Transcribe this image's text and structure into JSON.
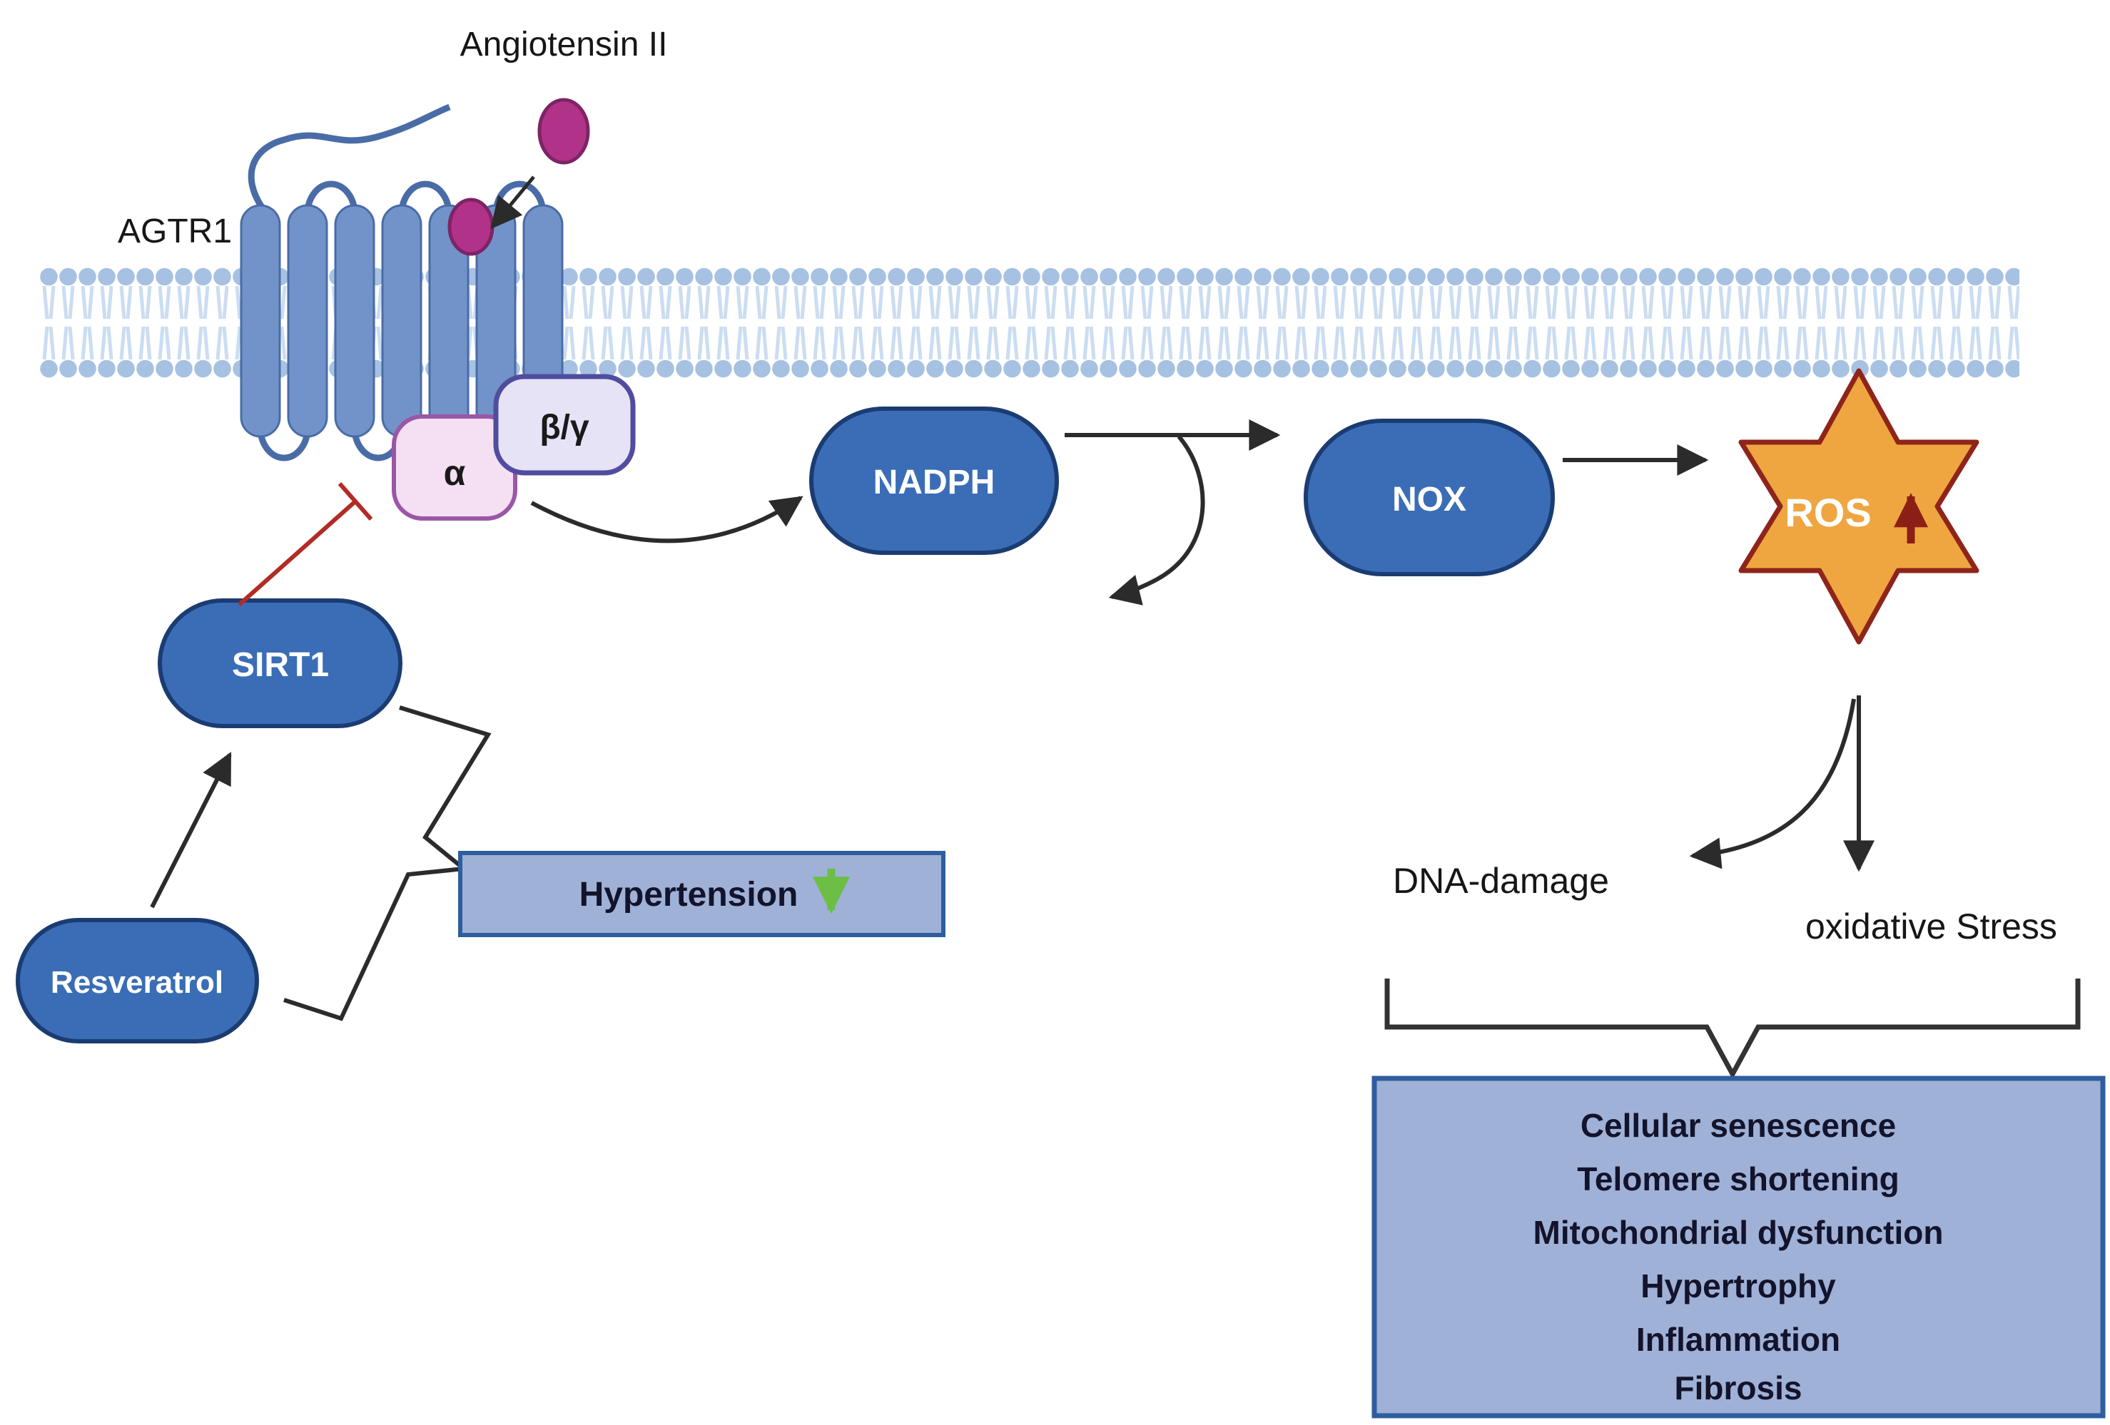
{
  "title": "Resveratrol / SIRT1 inhibition of Angiotensin II - NADPH oxidase ROS pathway diagram",
  "labels": {
    "angiotensin": "Angiotensin II",
    "receptor": "AGTR1",
    "alpha_subunit": "α",
    "beta_gamma_subunit": "β/γ",
    "nadph": "NADPH",
    "nox": "NOX",
    "ros": "ROS",
    "sirt1": "SIRT1",
    "resveratrol": "Resveratrol",
    "hypertension": "Hypertension",
    "dna_damage": "DNA-damage",
    "oxidative_stress": "oxidative Stress"
  },
  "outcomes": [
    "Cellular senescence",
    "Telomere shortening",
    "Mitochondrial dysfunction",
    "Hypertrophy",
    "Inflammation",
    "Fibrosis"
  ],
  "icons": {
    "ros_increase_arrow": "up-arrow",
    "hypertension_decrease_arrow": "down-arrow",
    "inhibition_bar": "t-bar"
  },
  "colors": {
    "pill_fill": "#3a6db5",
    "pill_stroke": "#1b3c72",
    "membrane_head": "#a6c1e2",
    "membrane_tail": "#cbddf1",
    "helix_fill": "#7293ca",
    "helix_stroke": "#4a6ca6",
    "alpha_fill": "#f5dff3",
    "alpha_stroke": "#9a57a5",
    "beta_gamma_fill": "#e7e3f7",
    "beta_gamma_stroke": "#504d9f",
    "ligand_fill": "#b13389",
    "ligand_stroke": "#7e2464",
    "star_fill": "#efa640",
    "star_stroke": "#8e241a",
    "box_fill": "#9fb1d6",
    "box_stroke": "#2e5e9e",
    "green_arrow": "#6cbe45",
    "red_inhibit": "#b22c25",
    "dark_red": "#8c1f15",
    "black_arrow": "#2b2b2b"
  }
}
